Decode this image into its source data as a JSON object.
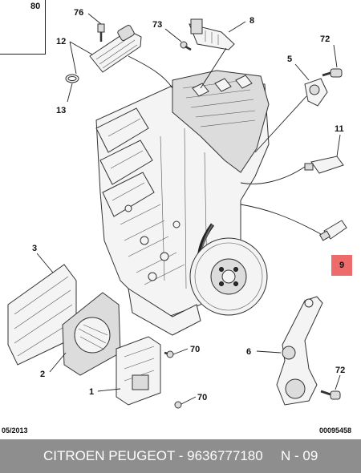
{
  "callouts": {
    "c80": "80",
    "c76": "76",
    "c12": "12",
    "c13": "13",
    "c73": "73",
    "c8": "8",
    "c72a": "72",
    "c5": "5",
    "c11": "11",
    "c9": "9",
    "c3": "3",
    "c2": "2",
    "c1": "1",
    "c70a": "70",
    "c70b": "70",
    "c6": "6",
    "c72b": "72"
  },
  "footer": {
    "date_code": "05/2013",
    "drawing_code": "00095458",
    "brand_part": "CITROEN PEUGEOT - 9636777180",
    "page_ref": "N - 09"
  },
  "colors": {
    "highlight": "#ee6b6b",
    "footer_bg": "#8e8e8e"
  }
}
